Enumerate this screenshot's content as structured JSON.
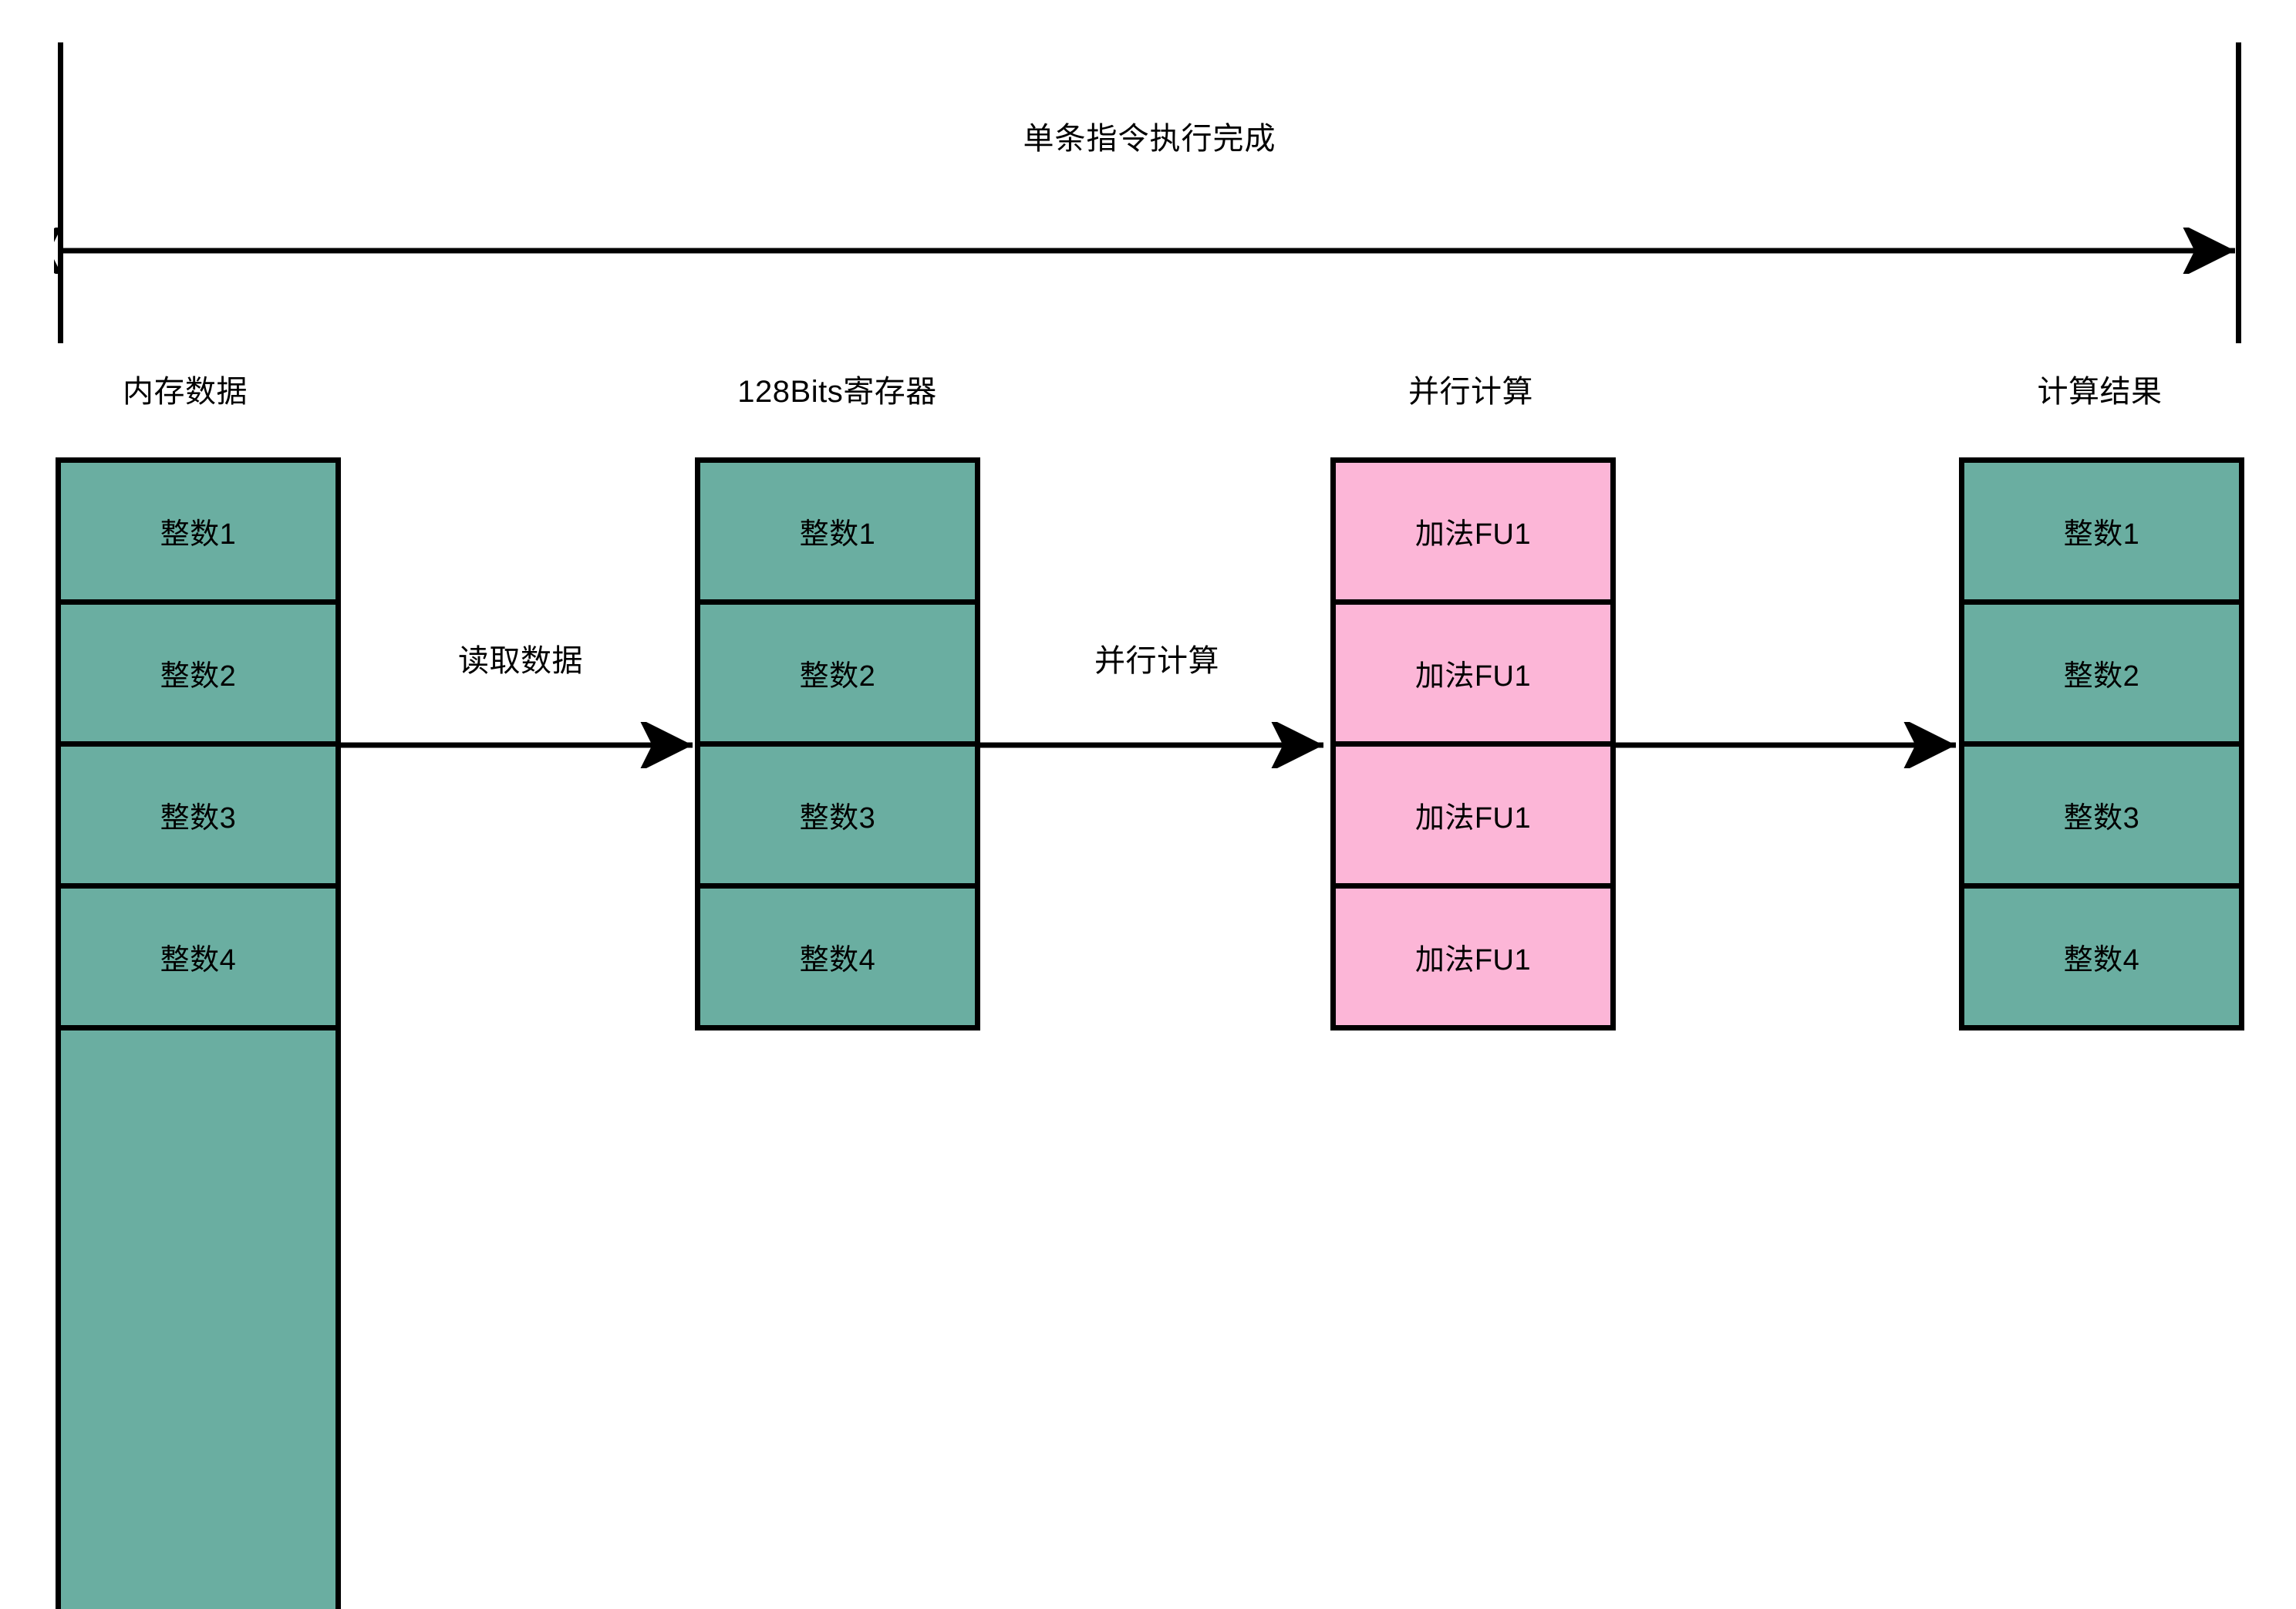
{
  "diagram": {
    "title": "单条指令执行完成",
    "colors": {
      "data_cell": "#6aaea1",
      "compute_cell": "#fcb6d7",
      "stroke": "#000000",
      "background": "#ffffff"
    }
  },
  "columns": [
    {
      "key": "memory",
      "header": "内存数据",
      "cells": [
        "整数1",
        "整数2",
        "整数3",
        "整数4",
        ""
      ]
    },
    {
      "key": "register",
      "header": "128Bits寄存器",
      "cells": [
        "整数1",
        "整数2",
        "整数3",
        "整数4"
      ]
    },
    {
      "key": "compute",
      "header": "并行计算",
      "cells": [
        "加法FU1",
        "加法FU1",
        "加法FU1",
        "加法FU1"
      ]
    },
    {
      "key": "result",
      "header": "计算结果",
      "cells": [
        "整数1",
        "整数2",
        "整数3",
        "整数4"
      ]
    }
  ],
  "flows": [
    {
      "key": "read-data",
      "label": "读取数据"
    },
    {
      "key": "parallel-compute",
      "label": "并行计算"
    },
    {
      "key": "writeback",
      "label": ""
    }
  ]
}
